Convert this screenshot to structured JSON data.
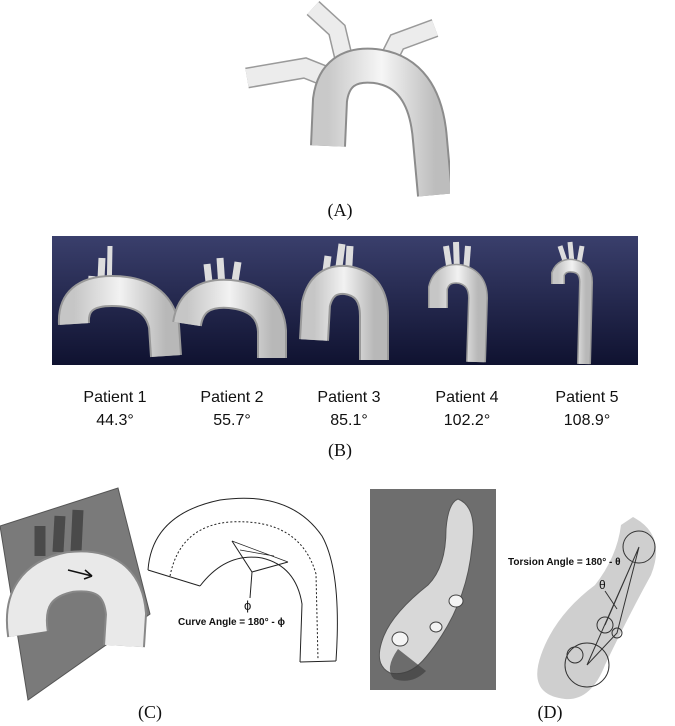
{
  "panels": {
    "a": {
      "label": "(A)"
    },
    "b": {
      "label": "(B)",
      "patients": [
        {
          "name": "Patient 1",
          "angle": "44.3°"
        },
        {
          "name": "Patient 2",
          "angle": "55.7°"
        },
        {
          "name": "Patient 3",
          "angle": "85.1°"
        },
        {
          "name": "Patient 4",
          "angle": "102.2°"
        },
        {
          "name": "Patient 5",
          "angle": "108.9°"
        }
      ]
    },
    "c": {
      "label": "(C)",
      "phi_symbol": "ϕ",
      "curve_angle_text": "Curve Angle = 180° - ϕ"
    },
    "d": {
      "label": "(D)",
      "theta_symbol": "θ",
      "torsion_angle_text": "Torsion Angle = 180° - θ"
    }
  },
  "colors": {
    "band_top": "#3a3f6c",
    "band_bottom": "#0f1230",
    "vessel": "#e8e8e8",
    "gray_panel": "#6e6e6e"
  }
}
